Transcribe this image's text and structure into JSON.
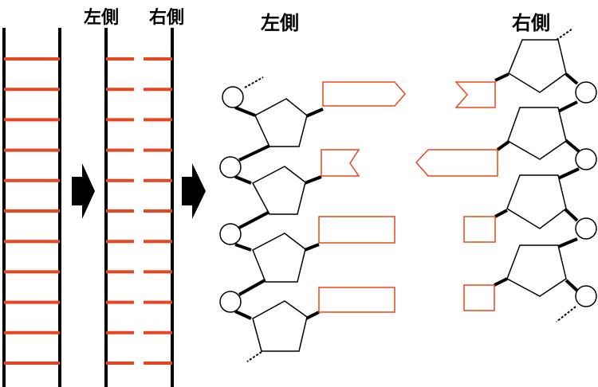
{
  "labels": {
    "ladder_left": "左側",
    "ladder_right": "右側",
    "strand_left": "左側",
    "strand_right": "右側"
  },
  "colors": {
    "rung": "#e8461e",
    "base_outline": "#e8461e",
    "backbone": "#000000",
    "background": "#ffffff"
  },
  "icons": {
    "step_arrow": "right-arrow-icon",
    "phosphate": "circle-node",
    "sugar": "pentagon-node"
  },
  "ladder": {
    "rung_count": 11
  },
  "left_strand": {
    "bases": [
      "arrow-tip",
      "notch",
      "rectangle",
      "rectangle"
    ]
  },
  "right_strand": {
    "bases": [
      "notch",
      "arrow-tip",
      "rectangle",
      "rectangle"
    ]
  }
}
